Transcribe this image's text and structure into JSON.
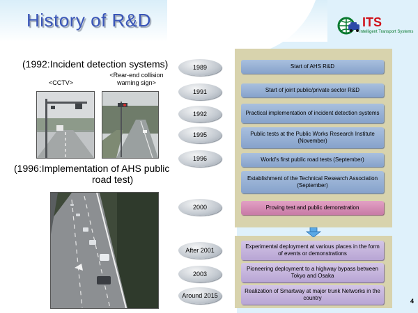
{
  "title": "History of R&D",
  "logo": {
    "name": "ITS",
    "tagline": "Intelligent Transport Systems"
  },
  "captions": {
    "incident": "(1992:Incident detection systems)",
    "rear_end": "<Rear-end collision warning sign>",
    "cctv": "<CCTV>",
    "ahs_line1": "(1996:Implementation of AHS public",
    "ahs_line2": "road test)"
  },
  "timeline": [
    {
      "year": "1989",
      "event": "Start of AHS R&D",
      "style": "blue"
    },
    {
      "year": "1991",
      "event": "Start of joint public/private sector R&D",
      "style": "blue"
    },
    {
      "year": "1992",
      "event": "Practical implementation of incident detection systems",
      "style": "blue"
    },
    {
      "year": "1995",
      "event": "Public tests at the Public Works Research Institute (November)",
      "style": "blue"
    },
    {
      "year": "1996",
      "event": "World's first public road tests (September)",
      "style": "blue"
    },
    {
      "year": "",
      "event": "Establishment of the Technical Research Association (September)",
      "style": "blue"
    },
    {
      "year": "2000",
      "event": "Proving test and public demonstration",
      "style": "pink"
    }
  ],
  "future": [
    {
      "year": "After 2001",
      "event": "Experimental deployment at various places in the form of events or demonstrations"
    },
    {
      "year": "2003",
      "event": "Pioneering deployment to a highway bypass between Tokyo and Osaka"
    },
    {
      "year": "Around 2015",
      "event": "Realization of Smartway at major trunk Networks in the country"
    }
  ],
  "page_number": "4",
  "colors": {
    "title": "#3a56b8",
    "event_blue": "#95afd4",
    "event_pink": "#d68db6",
    "event_lavender": "#c6b6de",
    "panel": "#d8d3ad",
    "logo_red": "#d0121b",
    "logo_green": "#0a7a30"
  }
}
